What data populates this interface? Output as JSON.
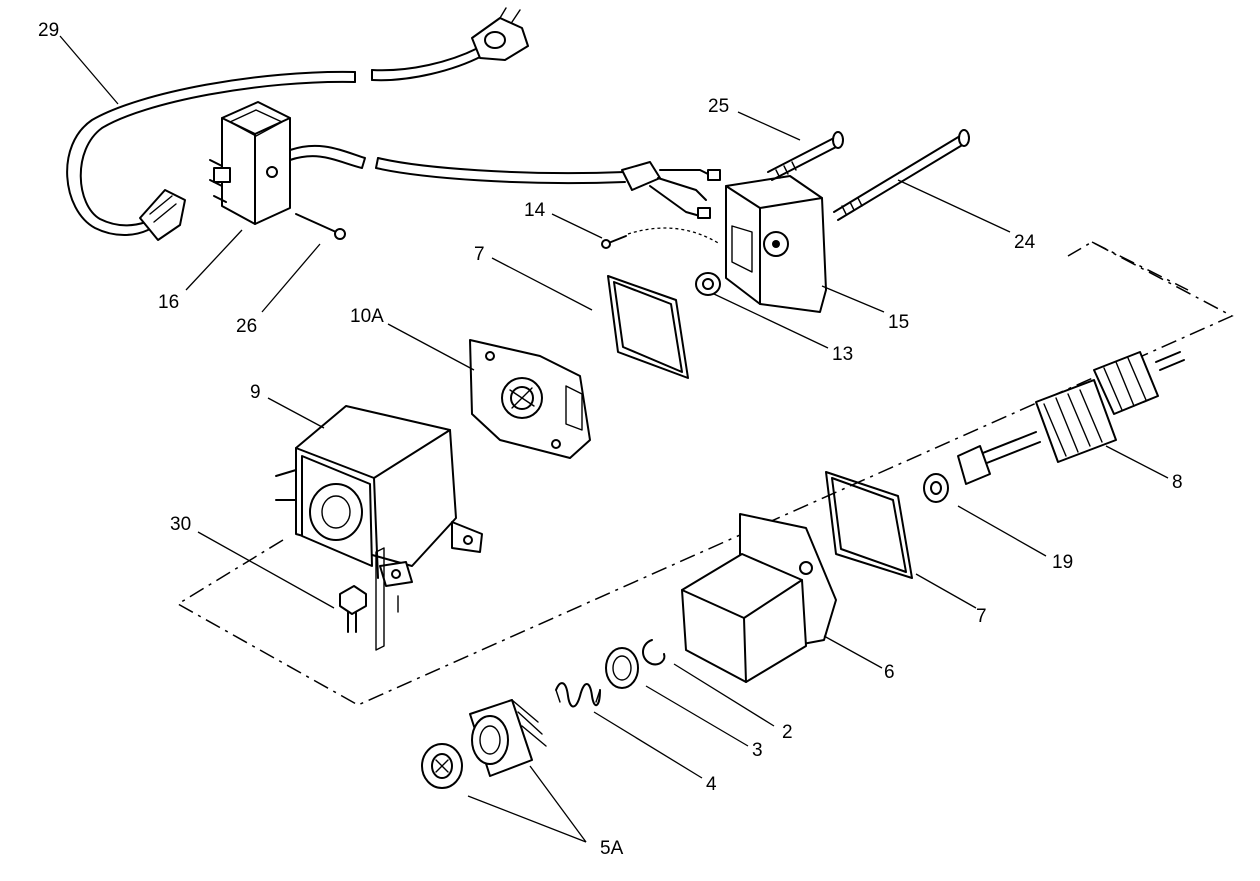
{
  "callouts": [
    {
      "id": "29",
      "label": "29"
    },
    {
      "id": "25",
      "label": "25"
    },
    {
      "id": "24",
      "label": "24"
    },
    {
      "id": "14",
      "label": "14"
    },
    {
      "id": "16",
      "label": "16"
    },
    {
      "id": "26",
      "label": "26"
    },
    {
      "id": "15",
      "label": "15"
    },
    {
      "id": "7a",
      "label": "7"
    },
    {
      "id": "13",
      "label": "13"
    },
    {
      "id": "10A",
      "label": "10A"
    },
    {
      "id": "9",
      "label": "9"
    },
    {
      "id": "8",
      "label": "8"
    },
    {
      "id": "19",
      "label": "19"
    },
    {
      "id": "7b",
      "label": "7"
    },
    {
      "id": "30",
      "label": "30"
    },
    {
      "id": "6",
      "label": "6"
    },
    {
      "id": "2",
      "label": "2"
    },
    {
      "id": "3",
      "label": "3"
    },
    {
      "id": "4",
      "label": "4"
    },
    {
      "id": "5A",
      "label": "5A"
    }
  ]
}
